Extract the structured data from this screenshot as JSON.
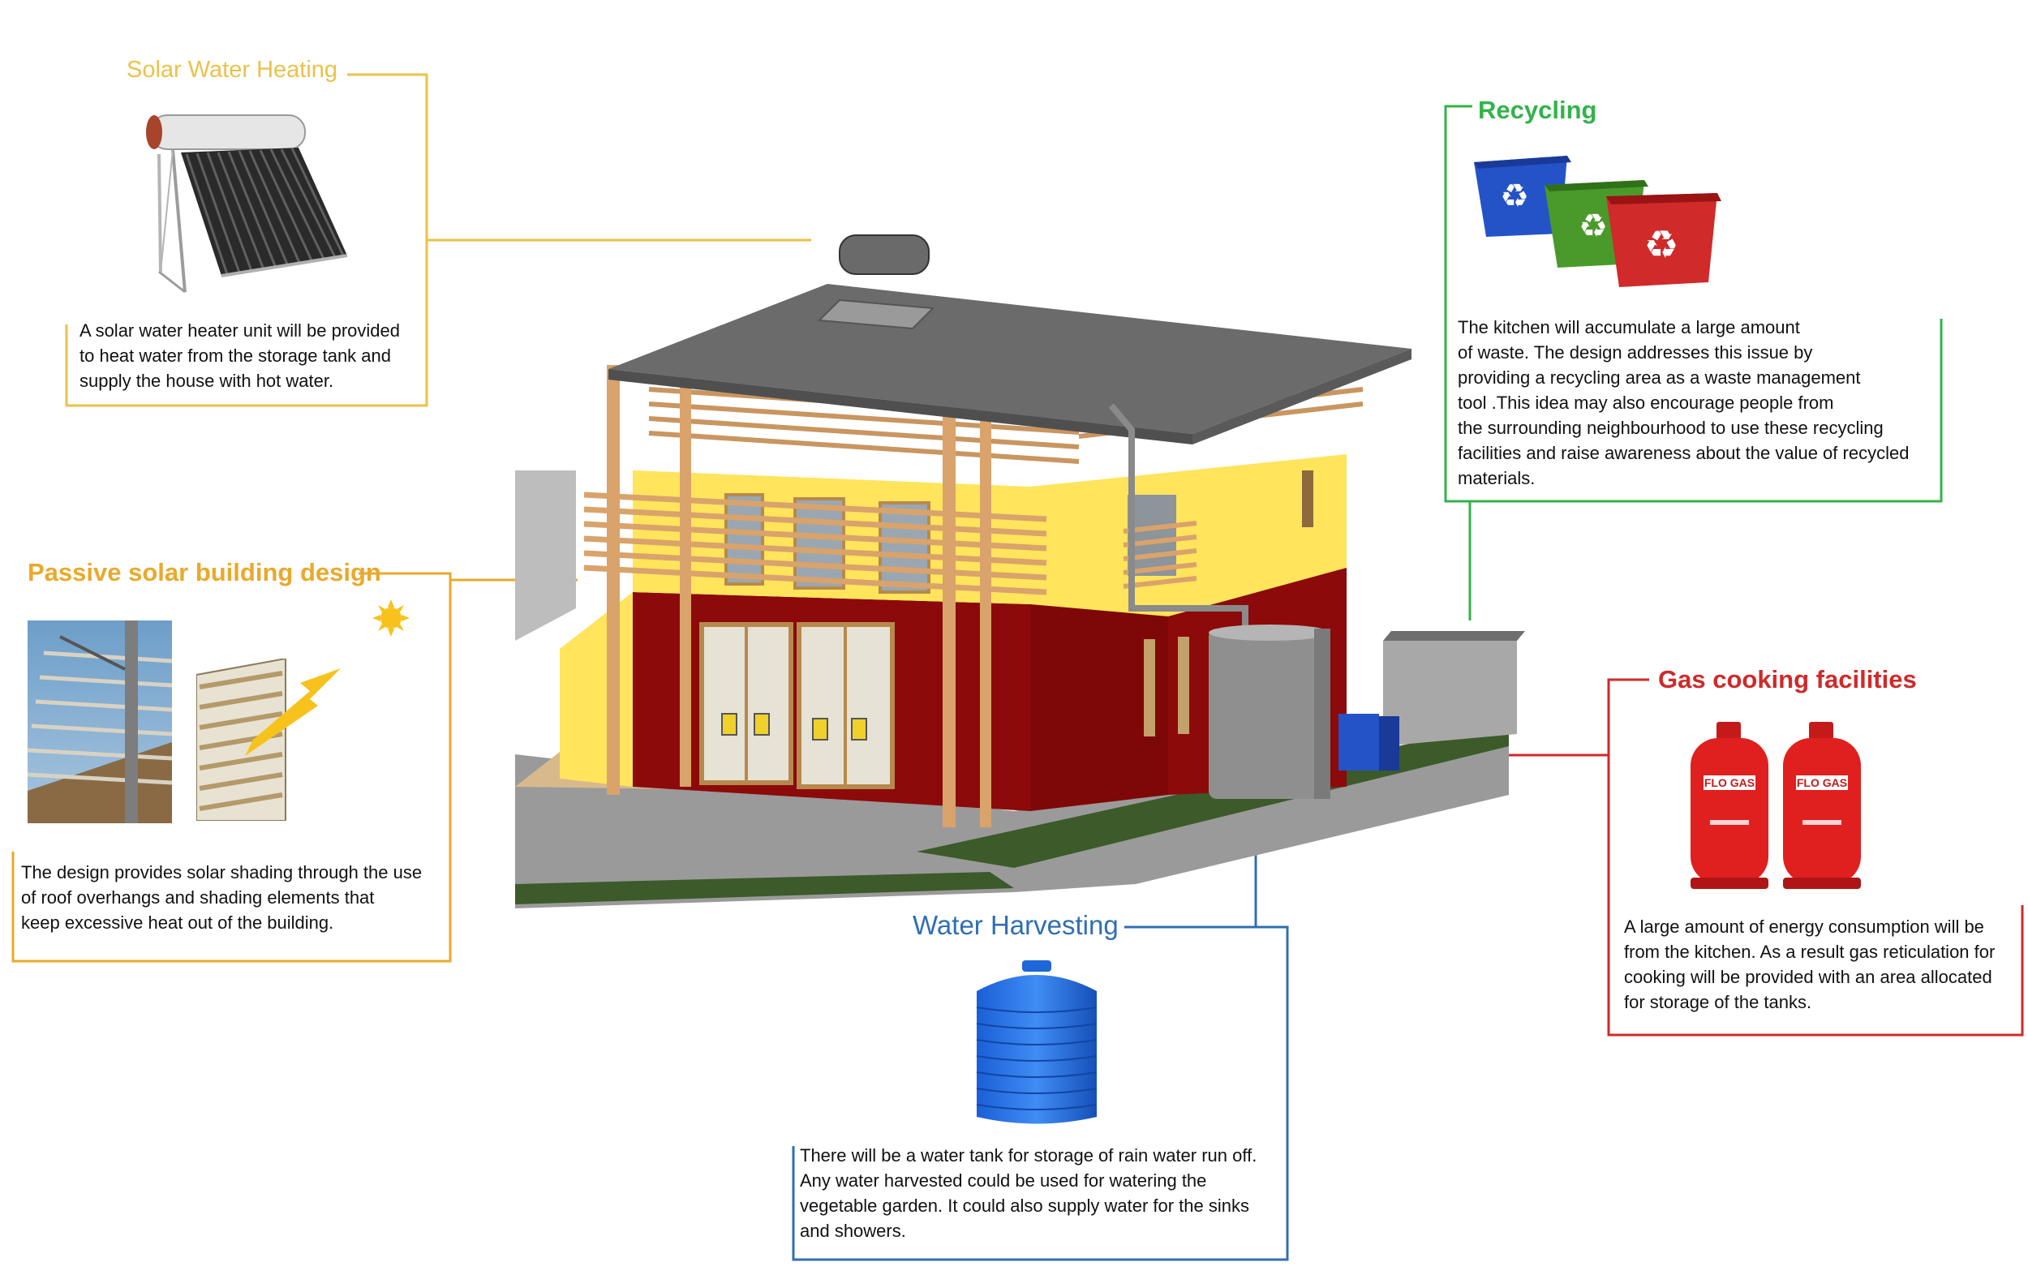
{
  "colors": {
    "solar": "#eac24a",
    "passive": "#e9a92b",
    "recycling": "#33b34a",
    "gas": "#cf2a2a",
    "water": "#2f6fb3",
    "wall_yellow": "#ffe45c",
    "wall_red": "#8c0a0a",
    "timber": "#d9a36b",
    "roof": "#6b6b6b"
  },
  "sections": {
    "solar_water": {
      "title": "Solar Water Heating",
      "icon": "solar-water-heater-icon",
      "lines": [
        "A solar water heater unit will be provided",
        "to heat water from the storage tank and",
        "supply the house with hot water."
      ]
    },
    "passive_solar": {
      "title": "Passive solar building design",
      "icon": "sun-icon",
      "lines": [
        "The design provides solar shading through the use",
        "of roof overhangs and  shading elements that",
        "keep excessive heat out of the building."
      ]
    },
    "recycling": {
      "title": "Recycling",
      "icon": "recycling-bins-icon",
      "lines": [
        "The kitchen will accumulate a large amount",
        " of waste. The design addresses this issue by",
        " providing a recycling area as a waste management",
        "tool .This idea may also encourage people from",
        "the surrounding neighbourhood to use these recycling",
        " facilities  and raise awareness about the value of recycled",
        "materials."
      ]
    },
    "gas": {
      "title": "Gas cooking facilities",
      "icon": "gas-cylinder-icon",
      "cylinder_label": "FLO GAS",
      "lines": [
        "A large amount of energy consumption will be",
        "from the kitchen. As a result gas reticulation for",
        " cooking will be provided with an area allocated",
        " for storage of the tanks."
      ]
    },
    "water": {
      "title": "Water Harvesting",
      "icon": "water-tank-icon",
      "lines": [
        " There will be a water tank for storage of rain water run off.",
        "Any water harvested could be used for watering the",
        "vegetable garden. It could also supply water for the sinks",
        "and showers."
      ]
    }
  }
}
